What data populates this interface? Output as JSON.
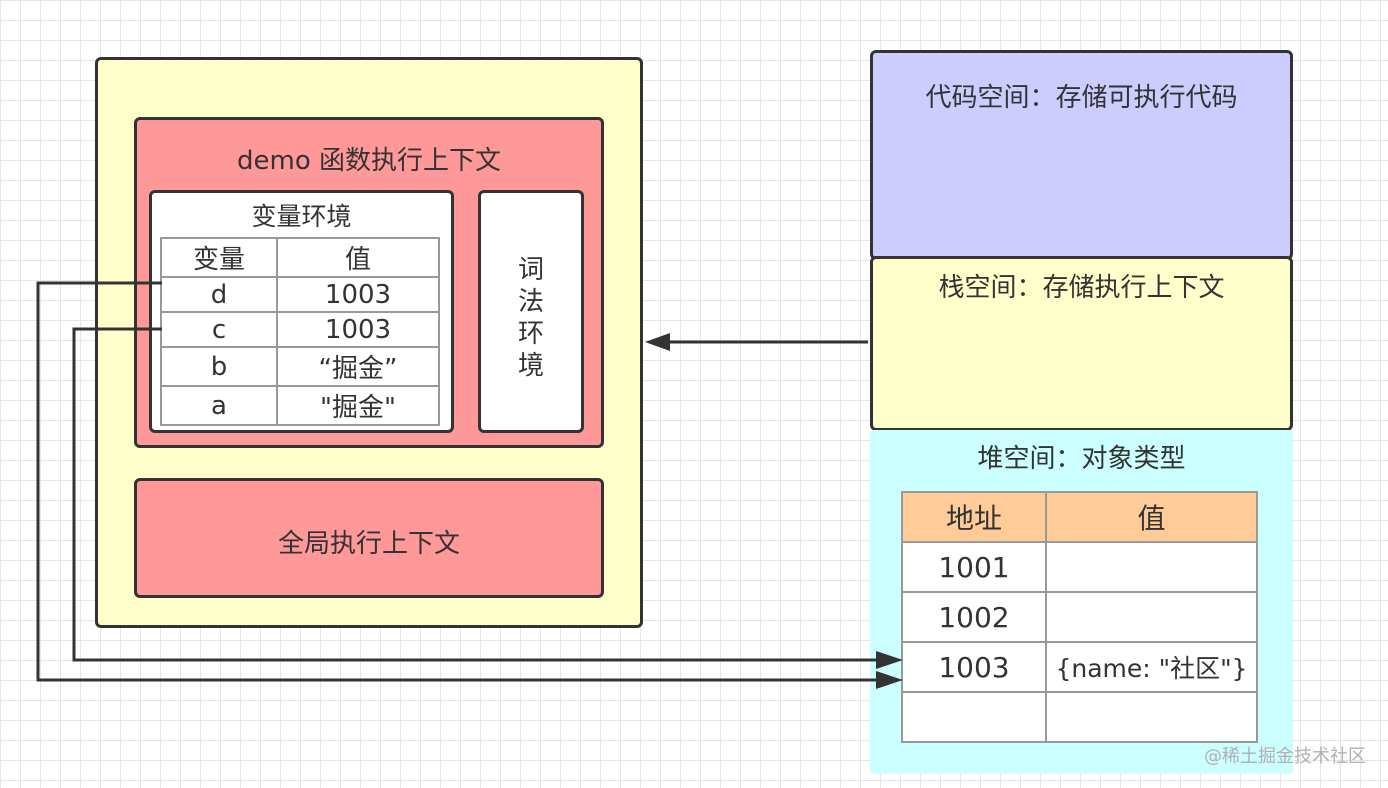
{
  "outer": {
    "demo_context_label": "demo 函数执行上下文",
    "global_context_label": "全局执行上下文",
    "variable_env": {
      "title": "变量环境",
      "headers": [
        "变量",
        "值"
      ],
      "rows": [
        {
          "name": "d",
          "value": "1003"
        },
        {
          "name": "c",
          "value": "1003"
        },
        {
          "name": "b",
          "value": "“掘金”"
        },
        {
          "name": "a",
          "value": "\"掘金\""
        }
      ]
    },
    "lexical_env_label": [
      "词",
      "法",
      "环",
      "境"
    ]
  },
  "code_space": {
    "label": "代码空间：存储可执行代码",
    "color": "#ccccff"
  },
  "stack_space": {
    "label": "栈空间：存储执行上下文",
    "color": "#ffffcc"
  },
  "heap_space": {
    "label": "堆空间：对象类型",
    "color": "#ccffff",
    "headers": [
      "地址",
      "值"
    ],
    "rows": [
      {
        "address": "1001",
        "value": ""
      },
      {
        "address": "1002",
        "value": ""
      },
      {
        "address": "1003",
        "value": "{name: \"社区\"}"
      },
      {
        "address": "",
        "value": ""
      }
    ]
  },
  "watermark": "@稀土掘金技术社区",
  "colors": {
    "context": "#ff9999",
    "stack": "#ffffcc",
    "heap_header": "#ffcc99",
    "stroke": "#333333"
  }
}
